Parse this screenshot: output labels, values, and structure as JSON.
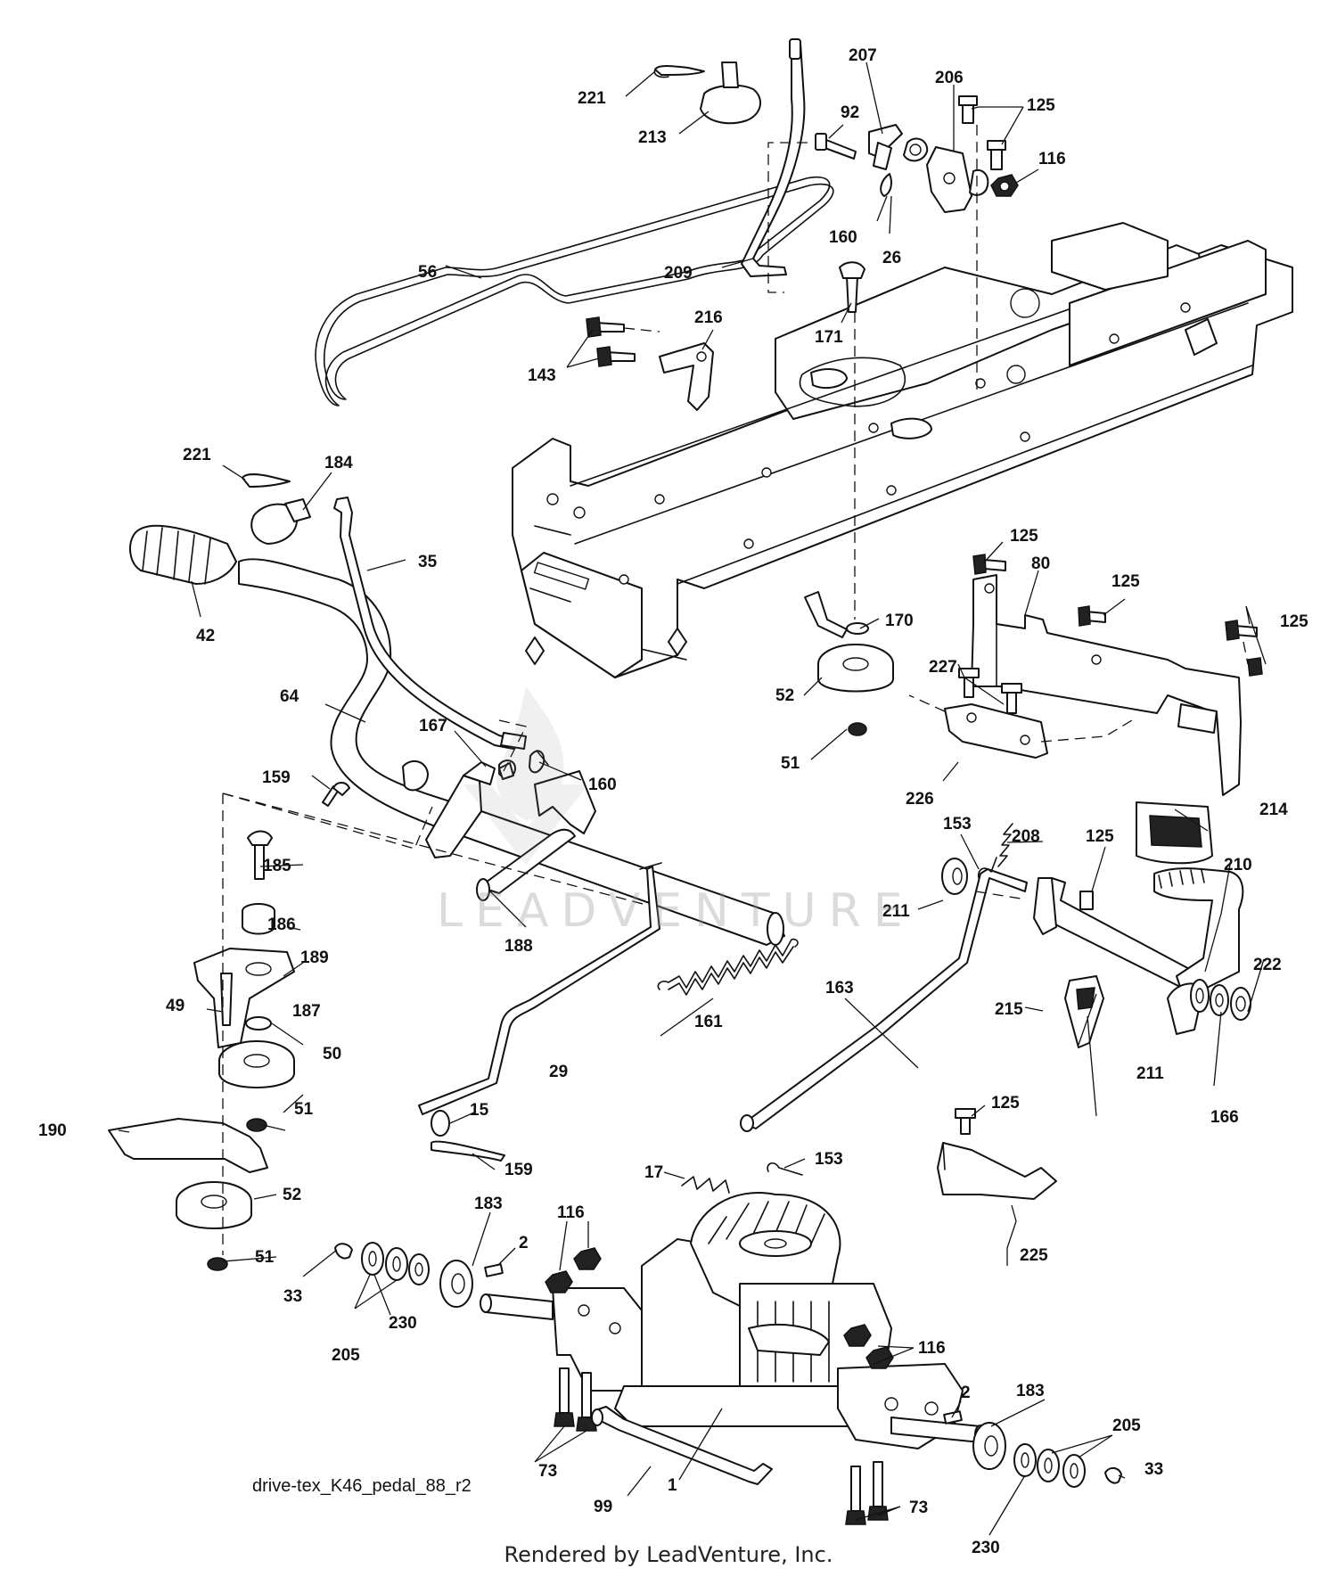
{
  "diagram": {
    "id_label": "drive-tex_K46_pedal_88_r2",
    "caption": "Rendered by LeadVenture, Inc.",
    "watermark_text": "LEADVENTURE"
  },
  "callouts": [
    {
      "id": "c221a",
      "label": "221"
    },
    {
      "id": "c213",
      "label": "213"
    },
    {
      "id": "c207",
      "label": "207"
    },
    {
      "id": "c206",
      "label": "206"
    },
    {
      "id": "c125a",
      "label": "125"
    },
    {
      "id": "c92",
      "label": "92"
    },
    {
      "id": "c116a",
      "label": "116"
    },
    {
      "id": "c160a",
      "label": "160"
    },
    {
      "id": "c26",
      "label": "26"
    },
    {
      "id": "c56",
      "label": "56"
    },
    {
      "id": "c209",
      "label": "209"
    },
    {
      "id": "c216",
      "label": "216"
    },
    {
      "id": "c171",
      "label": "171"
    },
    {
      "id": "c143",
      "label": "143"
    },
    {
      "id": "c221b",
      "label": "221"
    },
    {
      "id": "c184",
      "label": "184"
    },
    {
      "id": "c35",
      "label": "35"
    },
    {
      "id": "c42",
      "label": "42"
    },
    {
      "id": "c125b",
      "label": "125"
    },
    {
      "id": "c80",
      "label": "80"
    },
    {
      "id": "c125c",
      "label": "125"
    },
    {
      "id": "c125d",
      "label": "125"
    },
    {
      "id": "c170",
      "label": "170"
    },
    {
      "id": "c227",
      "label": "227"
    },
    {
      "id": "c52a",
      "label": "52"
    },
    {
      "id": "c64",
      "label": "64"
    },
    {
      "id": "c167",
      "label": "167"
    },
    {
      "id": "c51a",
      "label": "51"
    },
    {
      "id": "c226",
      "label": "226"
    },
    {
      "id": "c159a",
      "label": "159"
    },
    {
      "id": "c160b",
      "label": "160"
    },
    {
      "id": "c214",
      "label": "214"
    },
    {
      "id": "c153a",
      "label": "153"
    },
    {
      "id": "c208",
      "label": "208"
    },
    {
      "id": "c125e",
      "label": "125"
    },
    {
      "id": "c185",
      "label": "185"
    },
    {
      "id": "c210",
      "label": "210"
    },
    {
      "id": "c211a",
      "label": "211"
    },
    {
      "id": "c186",
      "label": "186"
    },
    {
      "id": "c188",
      "label": "188"
    },
    {
      "id": "c189",
      "label": "189"
    },
    {
      "id": "c222",
      "label": "222"
    },
    {
      "id": "c163",
      "label": "163"
    },
    {
      "id": "c49",
      "label": "49"
    },
    {
      "id": "c215",
      "label": "215"
    },
    {
      "id": "c187",
      "label": "187"
    },
    {
      "id": "c161",
      "label": "161"
    },
    {
      "id": "c50",
      "label": "50"
    },
    {
      "id": "c211b",
      "label": "211"
    },
    {
      "id": "c29",
      "label": "29"
    },
    {
      "id": "c166",
      "label": "166"
    },
    {
      "id": "c51b",
      "label": "51"
    },
    {
      "id": "c15",
      "label": "15"
    },
    {
      "id": "c125f",
      "label": "125"
    },
    {
      "id": "c190",
      "label": "190"
    },
    {
      "id": "c159b",
      "label": "159"
    },
    {
      "id": "c17",
      "label": "17"
    },
    {
      "id": "c153b",
      "label": "153"
    },
    {
      "id": "c52b",
      "label": "52"
    },
    {
      "id": "c183a",
      "label": "183"
    },
    {
      "id": "c116b",
      "label": "116"
    },
    {
      "id": "c2a",
      "label": "2"
    },
    {
      "id": "c225",
      "label": "225"
    },
    {
      "id": "c51c",
      "label": "51"
    },
    {
      "id": "c33a",
      "label": "33"
    },
    {
      "id": "c230a",
      "label": "230"
    },
    {
      "id": "c205a",
      "label": "205"
    },
    {
      "id": "c116c",
      "label": "116"
    },
    {
      "id": "c2b",
      "label": "2"
    },
    {
      "id": "c183b",
      "label": "183"
    },
    {
      "id": "c205b",
      "label": "205"
    },
    {
      "id": "c1",
      "label": "1"
    },
    {
      "id": "c73a",
      "label": "73"
    },
    {
      "id": "c33b",
      "label": "33"
    },
    {
      "id": "c99",
      "label": "99"
    },
    {
      "id": "c73b",
      "label": "73"
    },
    {
      "id": "c230b",
      "label": "230"
    }
  ]
}
